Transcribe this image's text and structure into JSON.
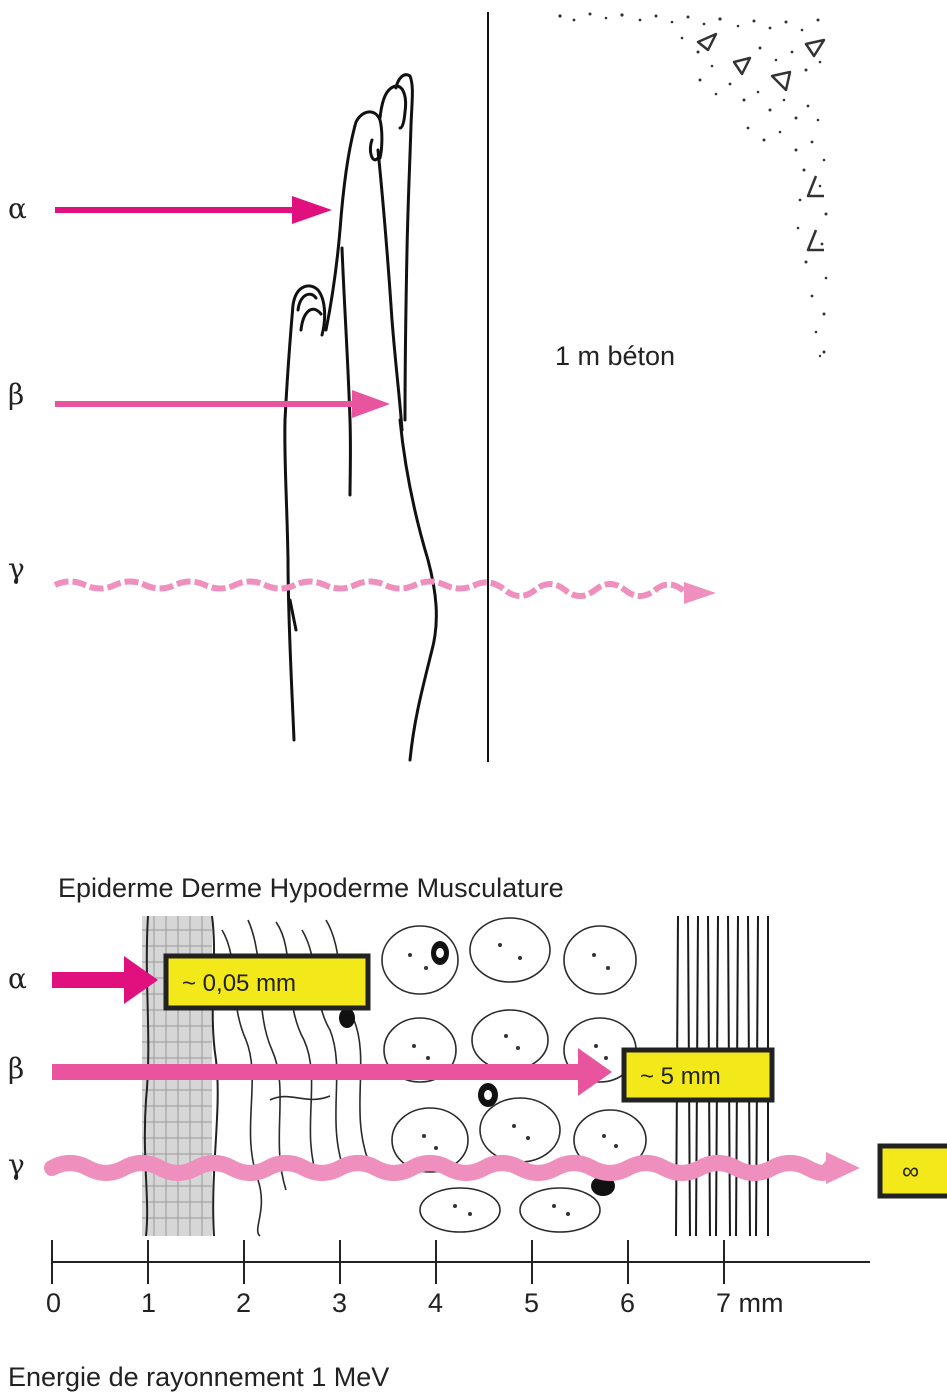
{
  "top_panel": {
    "labels": {
      "alpha": "α",
      "beta": "β",
      "gamma": "γ"
    },
    "concrete_label": "1 m béton"
  },
  "bottom_panel": {
    "tissue_layers": "Epiderme  Derme  Hypoderme  Musculature",
    "labels": {
      "alpha": "α",
      "beta": "β",
      "gamma": "γ"
    },
    "penetration": {
      "alpha": "~ 0,05 mm",
      "beta": "~ 5 mm",
      "gamma": "∞"
    },
    "scale_ticks": [
      "0",
      "1",
      "2",
      "3",
      "4",
      "5",
      "6",
      "7 mm"
    ],
    "energy_note": "Energie de rayonnement 1 MeV"
  },
  "colors": {
    "alpha_arrow": "#e0117f",
    "beta_arrow": "#e8559e",
    "gamma_wave": "#ef8fbd",
    "label_fill": "#f3e81a",
    "label_border": "#222222",
    "ink": "#222222"
  }
}
